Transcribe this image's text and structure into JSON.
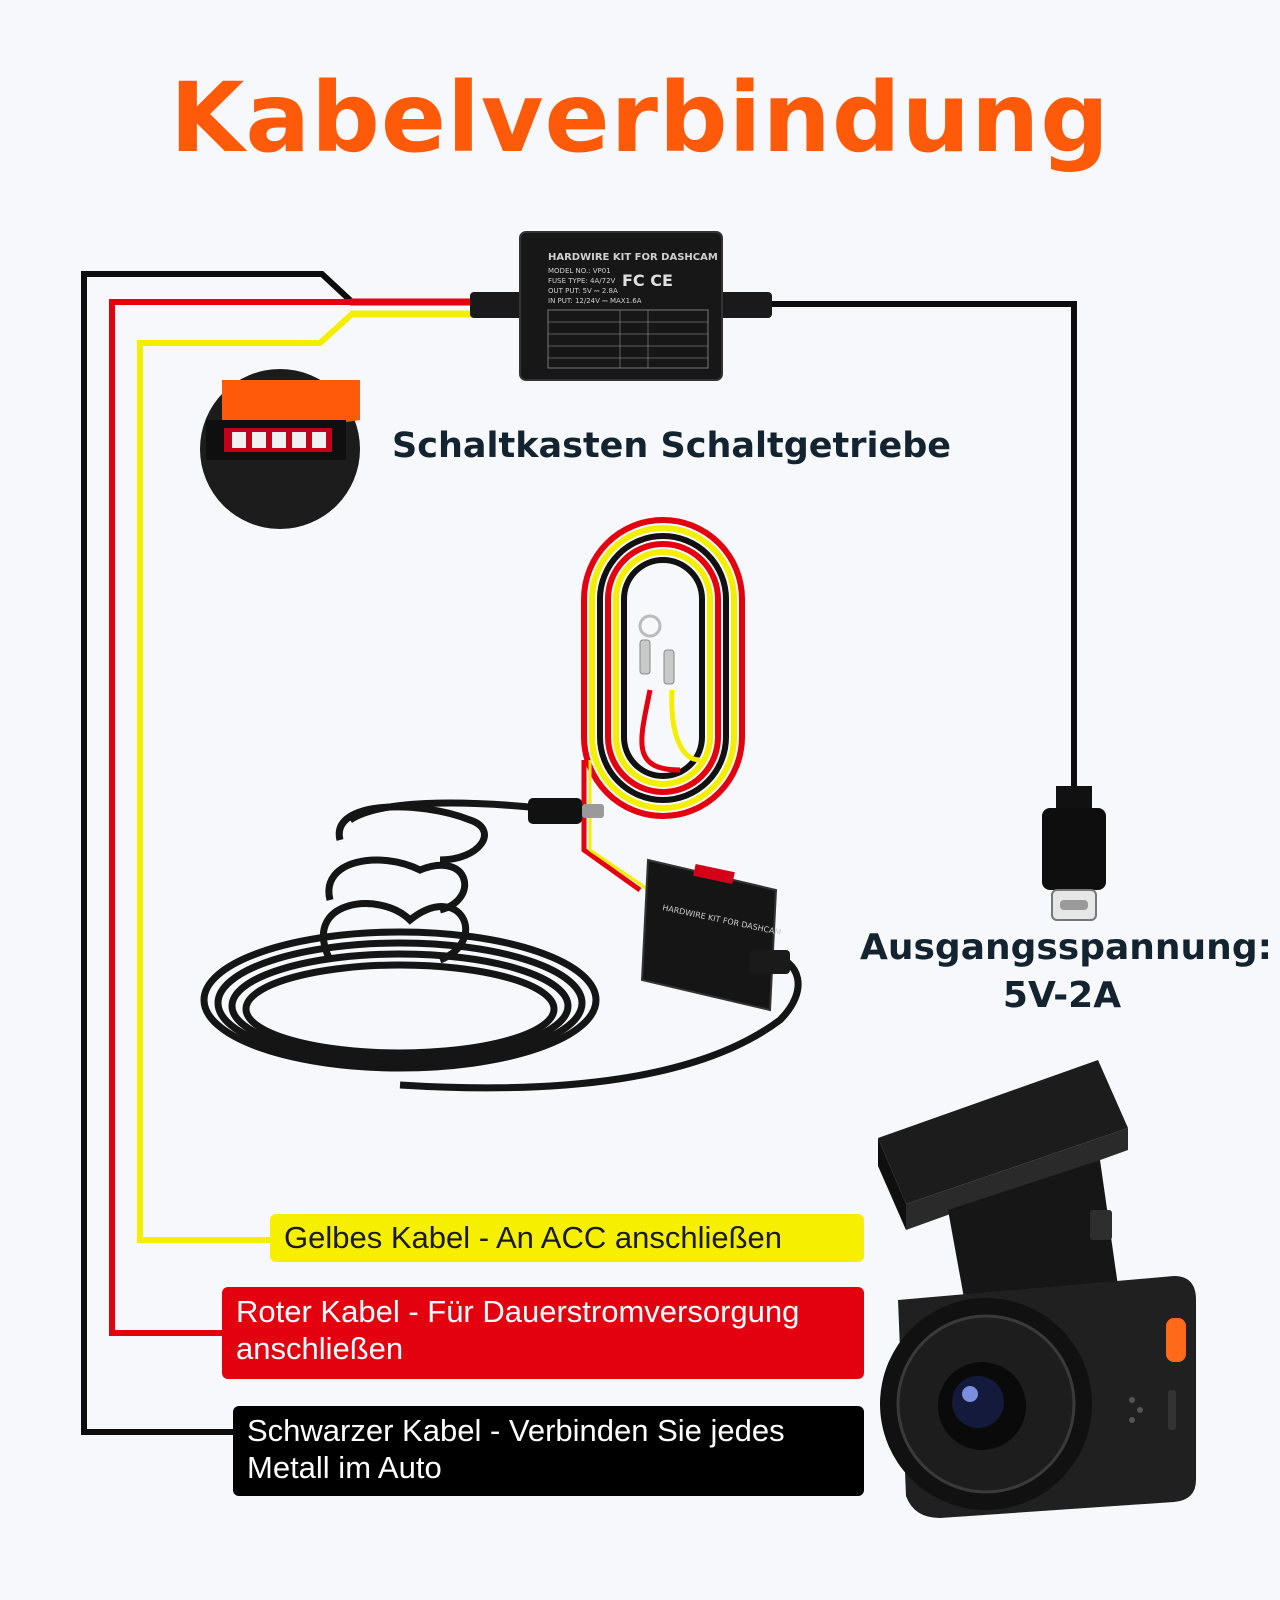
{
  "title": "Kabelverbindung",
  "switchbox_caption": "Schaltkasten Schaltgetriebe",
  "output_label": "Ausgangsspannung:",
  "output_value": "5V-2A",
  "box_label": {
    "heading": "HARDWIRE KIT FOR DASHCAM",
    "model": "MODEL NO.: VP01",
    "fuse": "FUSE TYPE: 4A/72V",
    "output": "OUT PUT: 5V ⎓ 2.8A",
    "input": "IN PUT: 12/24V ⎓ MAX1.6A"
  },
  "labels": {
    "yellow": "Gelbes Kabel - An ACC anschließen",
    "red_line1": "Roter Kabel - Für Dauerstromversorgung",
    "red_line2": "anschließen",
    "black_line1": "Schwarzer Kabel - Verbinden Sie jedes",
    "black_line2": "Metall im Auto"
  },
  "colors": {
    "title": "#ff5a0a",
    "wire_black": "#0d0d0d",
    "wire_red": "#e3000f",
    "wire_yellow": "#f4ee00",
    "label_yellow_bg": "#f6ef00",
    "label_red_bg": "#e3000f",
    "label_black_bg": "#000000",
    "camera_accent": "#ff6a1a"
  }
}
